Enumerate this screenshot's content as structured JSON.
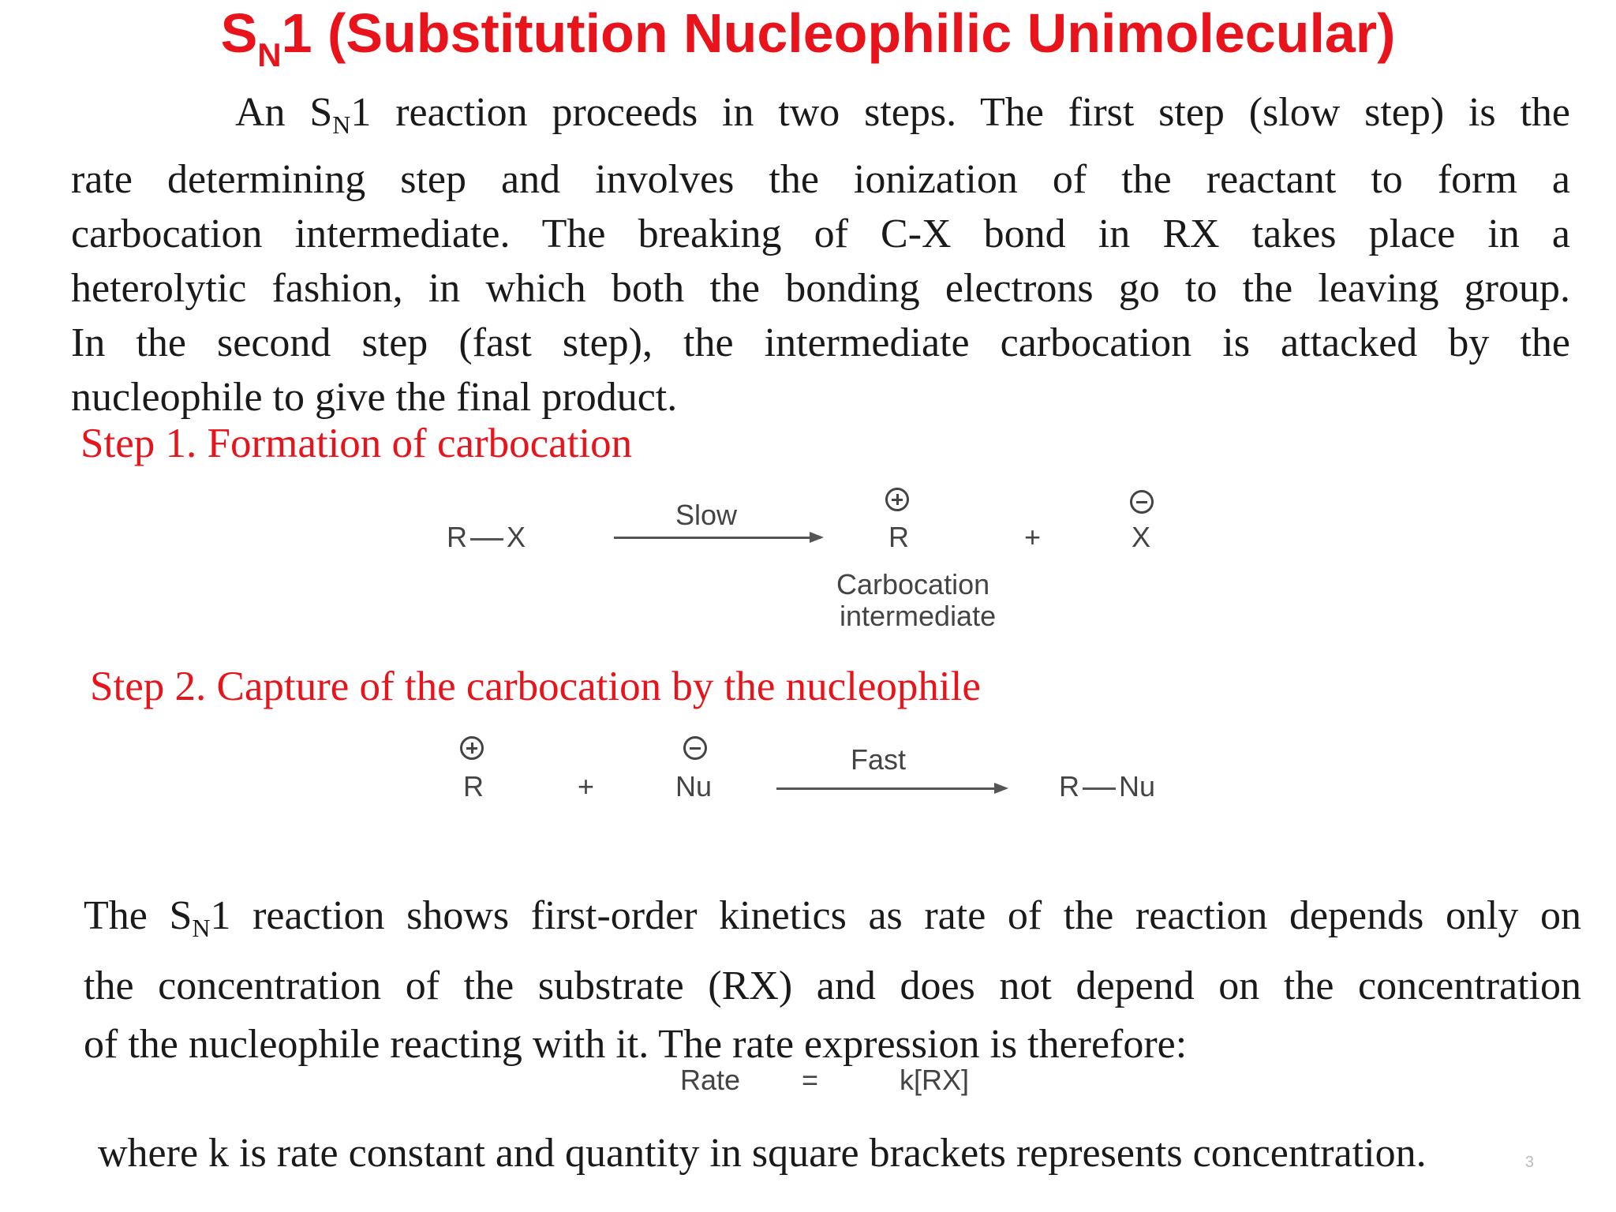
{
  "title": {
    "prefix": "S",
    "sub": "N",
    "rest": "1 (Substitution Nucleophilic  Unimolecular)"
  },
  "intro": {
    "line1_a": "An S",
    "line1_sub": "N",
    "line1_b": "1 reaction proceeds in two steps. The first step (slow step) is the",
    "line2": "rate determining step and involves the ionization of the reactant to form a",
    "line3": "carbocation intermediate. The breaking of C-X bond in RX takes place in a",
    "line4": "heterolytic fashion, in which both the bonding electrons go to the leaving group.",
    "line5": "In the second step (fast step), the intermediate carbocation is attacked by the",
    "line6": "nucleophile to give the final product."
  },
  "step1": {
    "heading": "Step 1. Formation of carbocation",
    "reactant_r": "R",
    "reactant_x": "X",
    "arrow_label": "Slow",
    "product_r": "R",
    "plus": "+",
    "product_x": "X",
    "caption_line1": "Carbocation",
    "caption_line2": "intermediate"
  },
  "step2": {
    "heading": "Step 2. Capture of the carbocation by the nucleophile",
    "reactant_r": "R",
    "plus": "+",
    "nucleophile": "Nu",
    "arrow_label": "Fast",
    "product_r": "R",
    "product_nu": "Nu"
  },
  "kinetics": {
    "line1_a": "The S",
    "line1_sub": "N",
    "line1_b": "1 reaction shows first-order kinetics as rate of the reaction depends only on",
    "line2": "the concentration of the substrate (RX) and does not depend on the concentration",
    "line3": "of the nucleophile reacting with it. The rate expression is therefore:"
  },
  "rate_equation": {
    "lhs": "Rate",
    "equals": "=",
    "rhs": "k[RX]"
  },
  "footer": "where k is rate constant and quantity in square brackets represents concentration.",
  "page_number": "3",
  "colors": {
    "heading": "#e8131b",
    "body": "#1a1a1a",
    "scheme": "#444444"
  }
}
